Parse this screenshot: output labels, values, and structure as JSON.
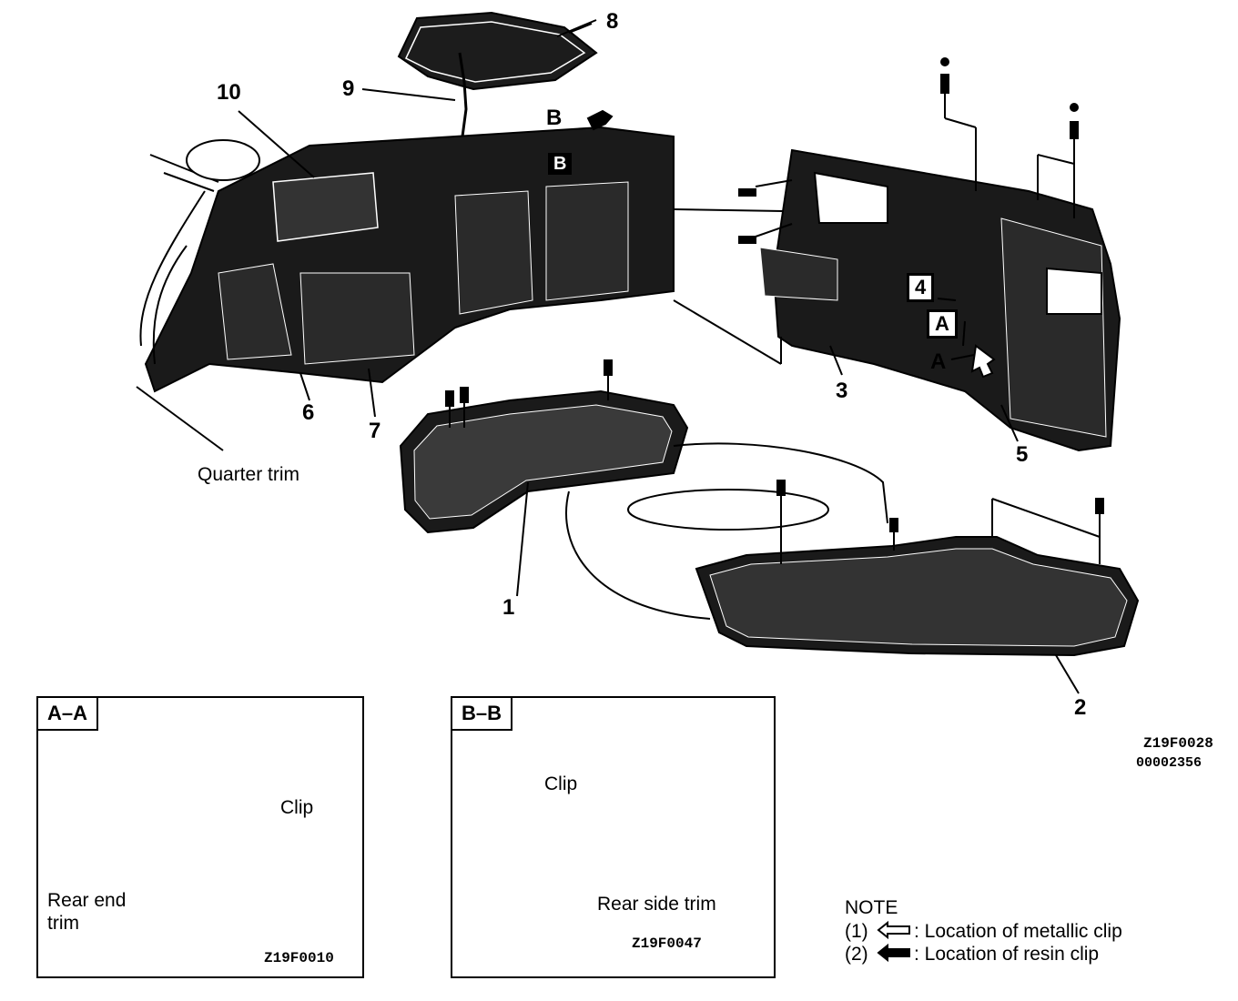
{
  "labels": {
    "n1": "1",
    "n2": "2",
    "n3": "3",
    "n4": "4",
    "n5": "5",
    "n6": "6",
    "n7": "7",
    "n8": "8",
    "n9": "9",
    "n10": "10",
    "b_marker": "B",
    "b_boxed": "B",
    "a_boxed": "A",
    "a_marker": "A",
    "quarter_trim": "Quarter trim"
  },
  "codes": {
    "main_line1": "Z19F0028",
    "main_line2": "00002356"
  },
  "inset_aa": {
    "title": "A–A",
    "clip_label": "Clip",
    "rear_end_trim_line1": "Rear  end",
    "rear_end_trim_line2": "trim",
    "code": "Z19F0010"
  },
  "inset_bb": {
    "title": "B–B",
    "clip_label": "Clip",
    "rear_side_trim": "Rear side trim",
    "code": "Z19F0047"
  },
  "note": {
    "heading": "NOTE",
    "item1_num": "(1)",
    "item1_text": ": Location of metallic clip",
    "item2_num": "(2)",
    "item2_text": ": Location of resin clip"
  }
}
